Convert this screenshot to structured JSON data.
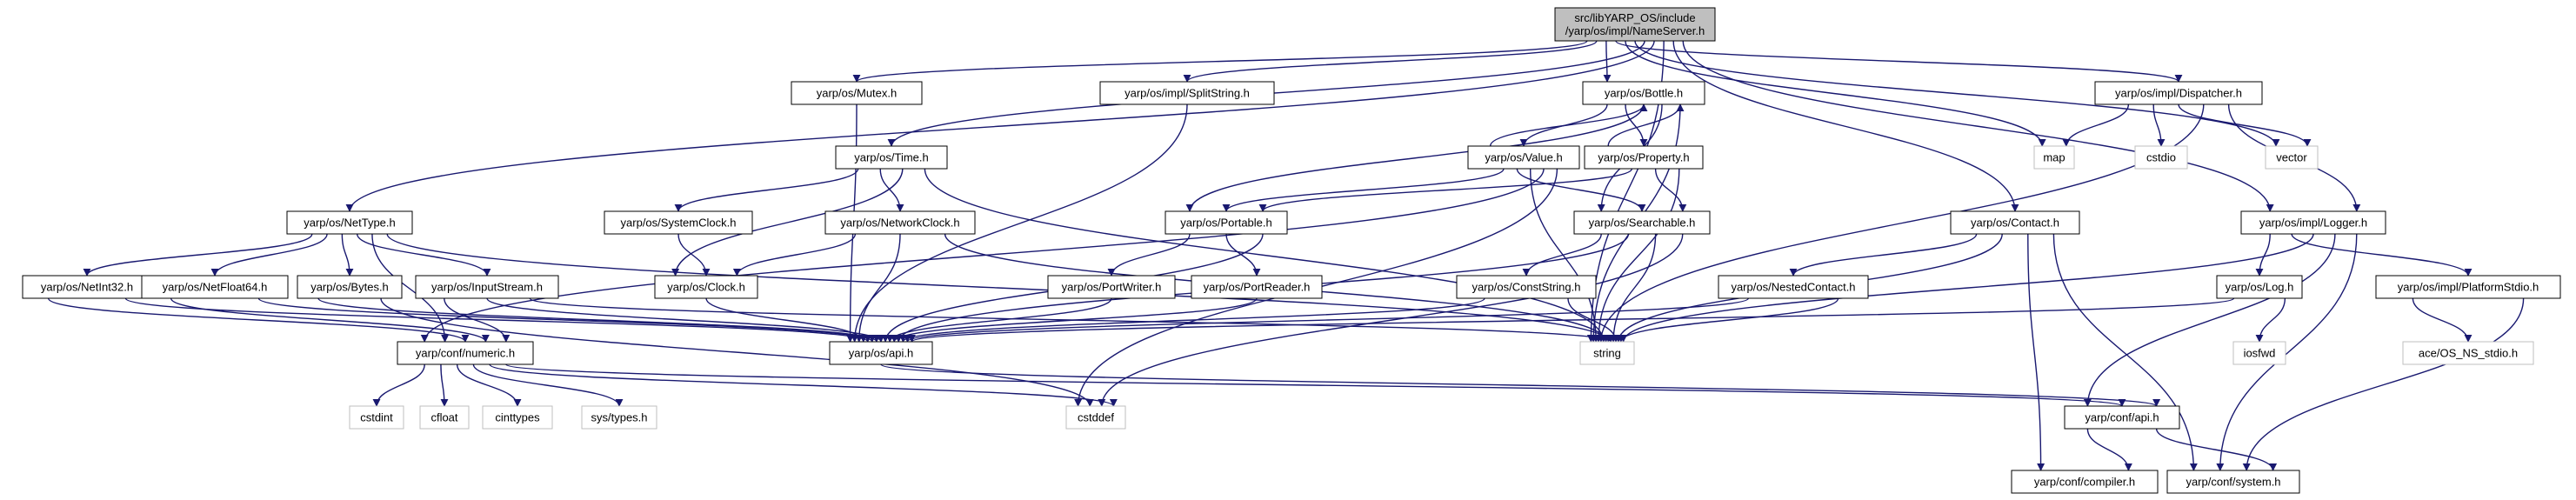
{
  "colors": {
    "edge": "#191970",
    "node_border": "#000000",
    "root_fill": "#bfbfbf",
    "node_fill": "#ffffff",
    "external_border": "#bfbfbf",
    "text": "#000000"
  },
  "nodes": {
    "root": {
      "lines": [
        "src/libYARP_OS/include",
        "/yarp/os/impl/NameServer.h"
      ],
      "kind": "root"
    },
    "mutex": {
      "lines": [
        "yarp/os/Mutex.h"
      ],
      "kind": "file"
    },
    "splitstring": {
      "lines": [
        "yarp/os/impl/SplitString.h"
      ],
      "kind": "file"
    },
    "bottle": {
      "lines": [
        "yarp/os/Bottle.h"
      ],
      "kind": "file"
    },
    "dispatcher": {
      "lines": [
        "yarp/os/impl/Dispatcher.h"
      ],
      "kind": "file"
    },
    "time": {
      "lines": [
        "yarp/os/Time.h"
      ],
      "kind": "file"
    },
    "value": {
      "lines": [
        "yarp/os/Value.h"
      ],
      "kind": "file"
    },
    "property": {
      "lines": [
        "yarp/os/Property.h"
      ],
      "kind": "file"
    },
    "map": {
      "lines": [
        "map"
      ],
      "kind": "external"
    },
    "cstdio": {
      "lines": [
        "cstdio"
      ],
      "kind": "external"
    },
    "vector": {
      "lines": [
        "vector"
      ],
      "kind": "external"
    },
    "nettype": {
      "lines": [
        "yarp/os/NetType.h"
      ],
      "kind": "file"
    },
    "systemclock": {
      "lines": [
        "yarp/os/SystemClock.h"
      ],
      "kind": "file"
    },
    "networkclock": {
      "lines": [
        "yarp/os/NetworkClock.h"
      ],
      "kind": "file"
    },
    "portable": {
      "lines": [
        "yarp/os/Portable.h"
      ],
      "kind": "file"
    },
    "searchable": {
      "lines": [
        "yarp/os/Searchable.h"
      ],
      "kind": "file"
    },
    "contact": {
      "lines": [
        "yarp/os/Contact.h"
      ],
      "kind": "file"
    },
    "logger": {
      "lines": [
        "yarp/os/impl/Logger.h"
      ],
      "kind": "file"
    },
    "netint32": {
      "lines": [
        "yarp/os/NetInt32.h"
      ],
      "kind": "file"
    },
    "netfloat64": {
      "lines": [
        "yarp/os/NetFloat64.h"
      ],
      "kind": "file"
    },
    "bytes": {
      "lines": [
        "yarp/os/Bytes.h"
      ],
      "kind": "file"
    },
    "inputstream": {
      "lines": [
        "yarp/os/InputStream.h"
      ],
      "kind": "file"
    },
    "clock": {
      "lines": [
        "yarp/os/Clock.h"
      ],
      "kind": "file"
    },
    "portwriter": {
      "lines": [
        "yarp/os/PortWriter.h"
      ],
      "kind": "file"
    },
    "portreader": {
      "lines": [
        "yarp/os/PortReader.h"
      ],
      "kind": "file"
    },
    "conststring": {
      "lines": [
        "yarp/os/ConstString.h"
      ],
      "kind": "file"
    },
    "nestedcontact": {
      "lines": [
        "yarp/os/NestedContact.h"
      ],
      "kind": "file"
    },
    "log": {
      "lines": [
        "yarp/os/Log.h"
      ],
      "kind": "file"
    },
    "platformstdio": {
      "lines": [
        "yarp/os/impl/PlatformStdio.h"
      ],
      "kind": "file"
    },
    "numeric": {
      "lines": [
        "yarp/conf/numeric.h"
      ],
      "kind": "file"
    },
    "api": {
      "lines": [
        "yarp/os/api.h"
      ],
      "kind": "file"
    },
    "string": {
      "lines": [
        "string"
      ],
      "kind": "external"
    },
    "iosfwd": {
      "lines": [
        "iosfwd"
      ],
      "kind": "external"
    },
    "ace_stdio": {
      "lines": [
        "ace/OS_NS_stdio.h"
      ],
      "kind": "external"
    },
    "cstdint": {
      "lines": [
        "cstdint"
      ],
      "kind": "external"
    },
    "cfloat": {
      "lines": [
        "cfloat"
      ],
      "kind": "external"
    },
    "cinttypes": {
      "lines": [
        "cinttypes"
      ],
      "kind": "external"
    },
    "systypes": {
      "lines": [
        "sys/types.h"
      ],
      "kind": "external"
    },
    "cstddef": {
      "lines": [
        "cstddef"
      ],
      "kind": "external"
    },
    "confapi": {
      "lines": [
        "yarp/conf/api.h"
      ],
      "kind": "file"
    },
    "compiler": {
      "lines": [
        "yarp/conf/compiler.h"
      ],
      "kind": "file"
    },
    "system": {
      "lines": [
        "yarp/conf/system.h"
      ],
      "kind": "file"
    }
  },
  "edges": [
    [
      "root",
      "mutex"
    ],
    [
      "root",
      "splitstring"
    ],
    [
      "root",
      "bottle"
    ],
    [
      "root",
      "dispatcher"
    ],
    [
      "root",
      "map"
    ],
    [
      "root",
      "vector"
    ],
    [
      "root",
      "time"
    ],
    [
      "root",
      "nettype"
    ],
    [
      "root",
      "string"
    ],
    [
      "root",
      "contact"
    ],
    [
      "root",
      "logger"
    ],
    [
      "mutex",
      "api"
    ],
    [
      "splitstring",
      "api"
    ],
    [
      "bottle",
      "value"
    ],
    [
      "bottle",
      "property"
    ],
    [
      "bottle",
      "portable"
    ],
    [
      "bottle",
      "searchable"
    ],
    [
      "bottle",
      "string"
    ],
    [
      "value",
      "bottle"
    ],
    [
      "value",
      "portable"
    ],
    [
      "value",
      "searchable"
    ],
    [
      "value",
      "string"
    ],
    [
      "value",
      "numeric"
    ],
    [
      "value",
      "cstddef"
    ],
    [
      "property",
      "bottle"
    ],
    [
      "property",
      "portable"
    ],
    [
      "property",
      "searchable"
    ],
    [
      "property",
      "string"
    ],
    [
      "dispatcher",
      "map"
    ],
    [
      "dispatcher",
      "cstdio"
    ],
    [
      "dispatcher",
      "vector"
    ],
    [
      "dispatcher",
      "string"
    ],
    [
      "dispatcher",
      "logger"
    ],
    [
      "time",
      "systemclock"
    ],
    [
      "time",
      "networkclock"
    ],
    [
      "time",
      "clock"
    ],
    [
      "time",
      "string"
    ],
    [
      "systemclock",
      "clock"
    ],
    [
      "networkclock",
      "clock"
    ],
    [
      "networkclock",
      "api"
    ],
    [
      "networkclock",
      "string"
    ],
    [
      "clock",
      "api"
    ],
    [
      "nettype",
      "netint32"
    ],
    [
      "nettype",
      "netfloat64"
    ],
    [
      "nettype",
      "bytes"
    ],
    [
      "nettype",
      "inputstream"
    ],
    [
      "nettype",
      "numeric"
    ],
    [
      "nettype",
      "string"
    ],
    [
      "netint32",
      "numeric"
    ],
    [
      "netint32",
      "api"
    ],
    [
      "netfloat64",
      "numeric"
    ],
    [
      "netfloat64",
      "api"
    ],
    [
      "bytes",
      "api"
    ],
    [
      "bytes",
      "cstddef"
    ],
    [
      "inputstream",
      "numeric"
    ],
    [
      "inputstream",
      "api"
    ],
    [
      "inputstream",
      "string"
    ],
    [
      "portable",
      "portwriter"
    ],
    [
      "portable",
      "portreader"
    ],
    [
      "portable",
      "api"
    ],
    [
      "portwriter",
      "api"
    ],
    [
      "portreader",
      "api"
    ],
    [
      "searchable",
      "conststring"
    ],
    [
      "searchable",
      "api"
    ],
    [
      "searchable",
      "string"
    ],
    [
      "searchable",
      "cstddef"
    ],
    [
      "conststring",
      "api"
    ],
    [
      "conststring",
      "string"
    ],
    [
      "contact",
      "nestedcontact"
    ],
    [
      "contact",
      "string"
    ],
    [
      "contact",
      "compiler"
    ],
    [
      "contact",
      "system"
    ],
    [
      "nestedcontact",
      "api"
    ],
    [
      "nestedcontact",
      "string"
    ],
    [
      "logger",
      "log"
    ],
    [
      "logger",
      "platformstdio"
    ],
    [
      "logger",
      "string"
    ],
    [
      "logger",
      "confapi"
    ],
    [
      "logger",
      "system"
    ],
    [
      "log",
      "api"
    ],
    [
      "log",
      "iosfwd"
    ],
    [
      "platformstdio",
      "ace_stdio"
    ],
    [
      "platformstdio",
      "system"
    ],
    [
      "numeric",
      "cstdint"
    ],
    [
      "numeric",
      "cfloat"
    ],
    [
      "numeric",
      "cinttypes"
    ],
    [
      "numeric",
      "systypes"
    ],
    [
      "numeric",
      "cstddef"
    ],
    [
      "numeric",
      "confapi"
    ],
    [
      "api",
      "confapi"
    ],
    [
      "confapi",
      "compiler"
    ],
    [
      "confapi",
      "system"
    ]
  ]
}
